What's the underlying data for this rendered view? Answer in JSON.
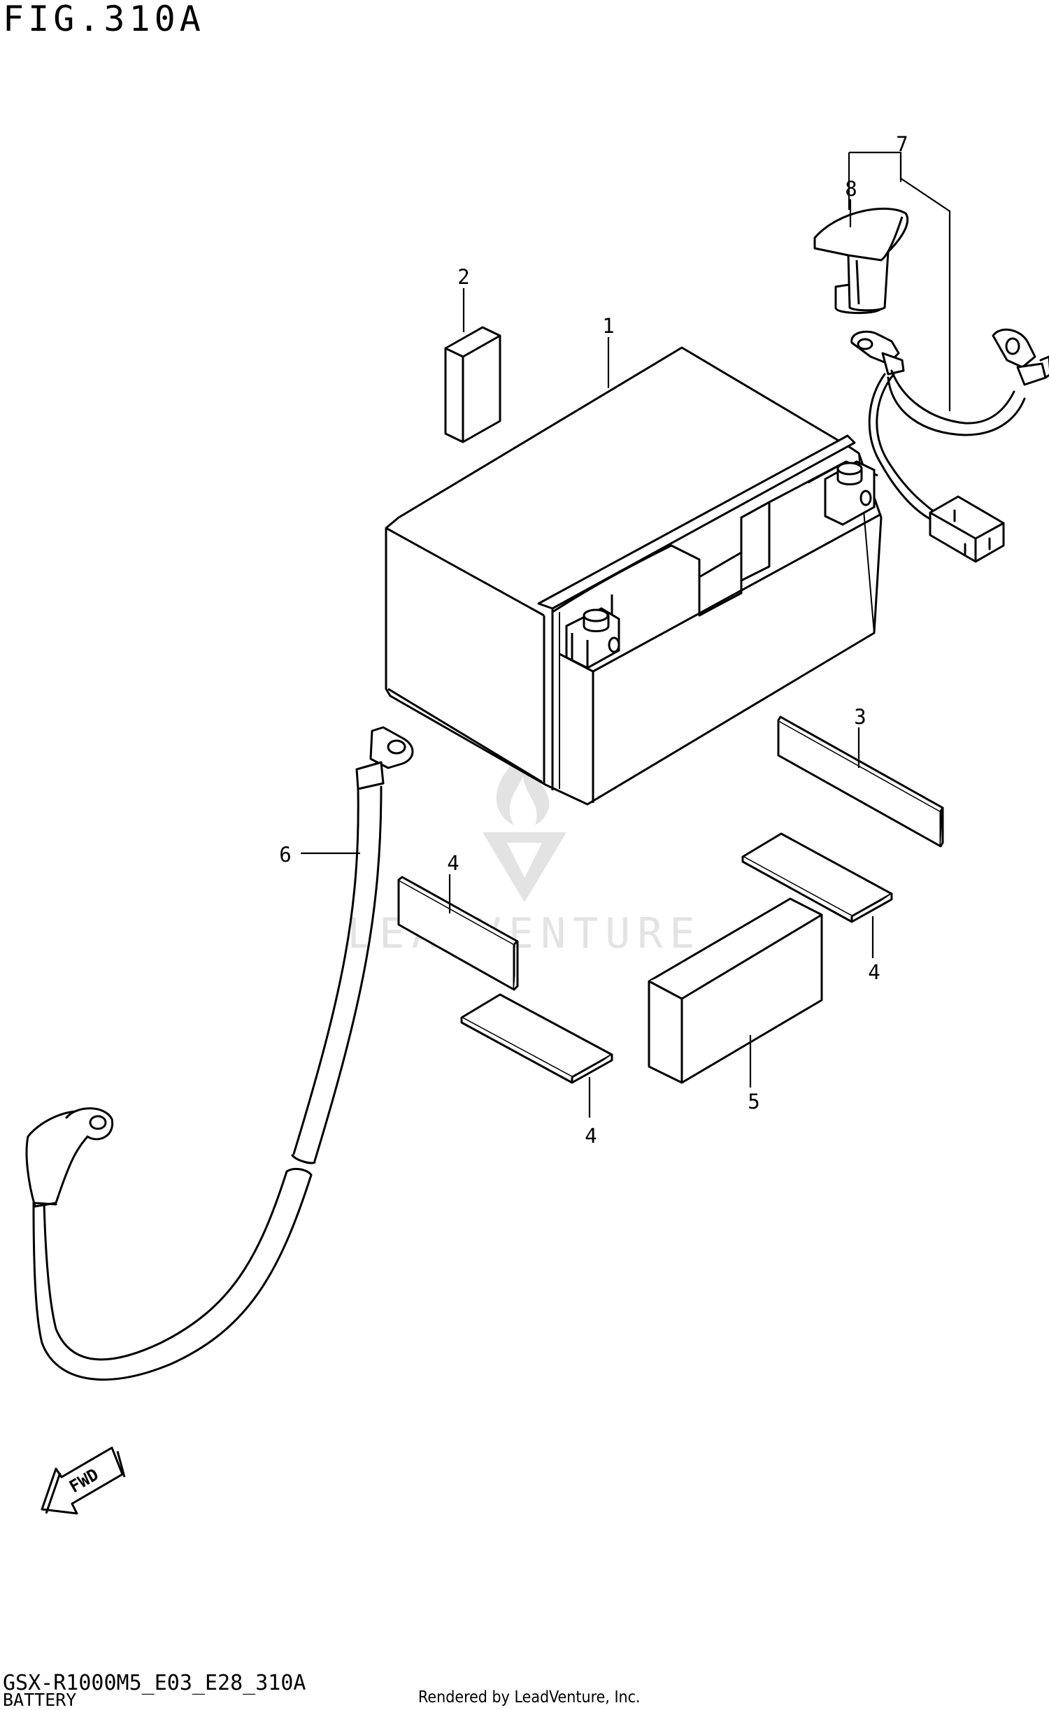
{
  "figure": {
    "title": "FIG.310A",
    "model_code": "GSX-R1000M5_E03_E28_310A",
    "section_name": "BATTERY",
    "rendered_by": "Rendered by LeadVenture, Inc.",
    "watermark": "LEADVENTURE"
  },
  "callouts": [
    {
      "id": "c1",
      "label": "1",
      "part": "battery"
    },
    {
      "id": "c2",
      "label": "2",
      "part": "pad-small"
    },
    {
      "id": "c3",
      "label": "3",
      "part": "pad-strip"
    },
    {
      "id": "c4a",
      "label": "4",
      "part": "pad-left-vertical"
    },
    {
      "id": "c4b",
      "label": "4",
      "part": "pad-left-flat"
    },
    {
      "id": "c4c",
      "label": "4",
      "part": "pad-right-flat"
    },
    {
      "id": "c5",
      "label": "5",
      "part": "pad-block"
    },
    {
      "id": "c6",
      "label": "6",
      "part": "negative-lead-wire"
    },
    {
      "id": "c7",
      "label": "7",
      "part": "positive-lead-wire"
    },
    {
      "id": "c8",
      "label": "8",
      "part": "terminal-cap"
    }
  ],
  "fwd_arrow": {
    "label": "FWD"
  },
  "colors": {
    "line": "#000000",
    "background": "#ffffff",
    "watermark": "#d9d9d9"
  }
}
